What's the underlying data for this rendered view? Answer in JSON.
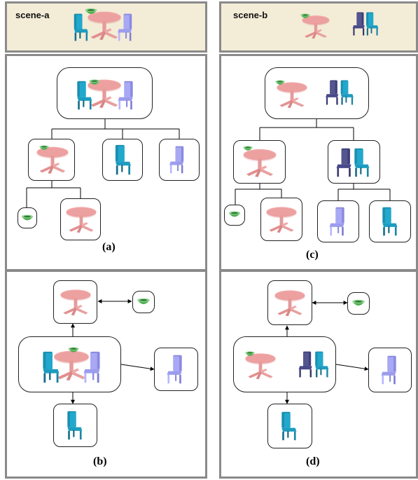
{
  "scenes": {
    "a": "scene-a",
    "b": "scene-b"
  },
  "captions": {
    "a": "(a)",
    "b": "(b)",
    "c": "(c)",
    "d": "(d)"
  },
  "icons": {
    "table": "round-table-icon",
    "chair_teal": "teal-chair-icon",
    "chair_lavender": "lavender-chair-icon",
    "chair_navy": "navy-chair-icon",
    "bowl": "green-bowl-icon"
  },
  "colors": {
    "table": "#f2a6a6",
    "table_dark": "#d98a8a",
    "chair_teal": "#1f9fbf",
    "chair_lavender": "#9a9af0",
    "chair_navy": "#4a4a8a",
    "bowl": "#5cb85c",
    "header_bg": "#f3ecd7",
    "panel_border": "#8a8a8a"
  }
}
